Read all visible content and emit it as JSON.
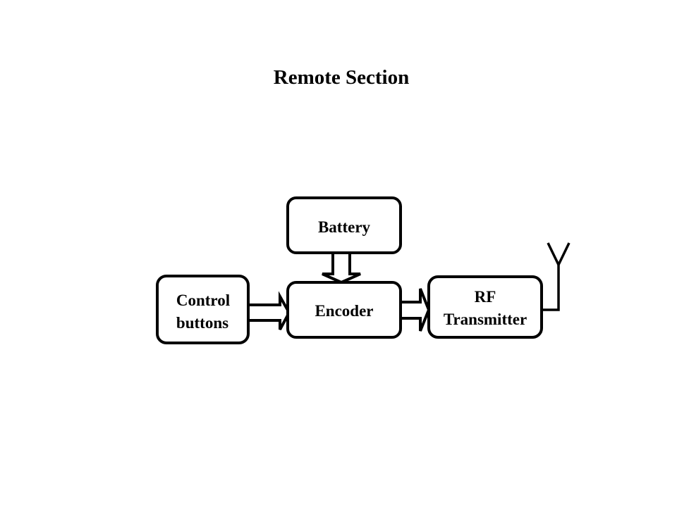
{
  "title": "Remote Section",
  "blocks": {
    "battery": {
      "label_lines": [
        "Battery"
      ]
    },
    "control_buttons": {
      "label_lines": [
        "Control",
        "buttons"
      ]
    },
    "encoder": {
      "label_lines": [
        "Encoder"
      ]
    },
    "rf_transmitter": {
      "label_lines": [
        "RF",
        "Transmitter"
      ]
    }
  },
  "connections": [
    {
      "from": "battery",
      "to": "encoder",
      "style": "block-arrow"
    },
    {
      "from": "control_buttons",
      "to": "encoder",
      "style": "block-arrow"
    },
    {
      "from": "encoder",
      "to": "rf_transmitter",
      "style": "block-arrow"
    },
    {
      "from": "rf_transmitter",
      "to": "antenna",
      "style": "line"
    }
  ],
  "colors": {
    "stroke": "#000000",
    "fill": "#ffffff"
  }
}
